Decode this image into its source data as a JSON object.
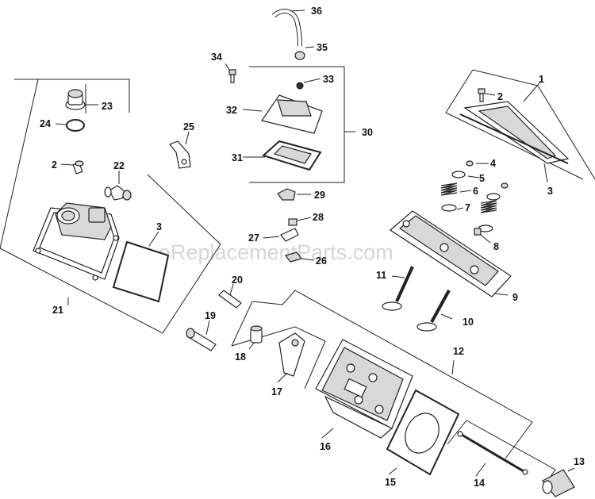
{
  "watermark": "eReplacementParts.com",
  "callouts": [
    {
      "id": "36",
      "text": "36"
    },
    {
      "id": "35",
      "text": "35"
    },
    {
      "id": "34",
      "text": "34"
    },
    {
      "id": "33",
      "text": "33"
    },
    {
      "id": "32",
      "text": "32"
    },
    {
      "id": "31",
      "text": "31"
    },
    {
      "id": "30",
      "text": "30"
    },
    {
      "id": "29",
      "text": "29"
    },
    {
      "id": "28",
      "text": "28"
    },
    {
      "id": "27",
      "text": "27"
    },
    {
      "id": "26",
      "text": "26"
    },
    {
      "id": "25",
      "text": "25"
    },
    {
      "id": "24",
      "text": "24"
    },
    {
      "id": "23",
      "text": "23"
    },
    {
      "id": "22",
      "text": "22"
    },
    {
      "id": "21",
      "text": "21"
    },
    {
      "id": "20",
      "text": "20"
    },
    {
      "id": "19",
      "text": "19"
    },
    {
      "id": "18",
      "text": "18"
    },
    {
      "id": "17",
      "text": "17"
    },
    {
      "id": "16",
      "text": "16"
    },
    {
      "id": "15",
      "text": "15"
    },
    {
      "id": "14",
      "text": "14"
    },
    {
      "id": "13",
      "text": "13"
    },
    {
      "id": "12",
      "text": "12"
    },
    {
      "id": "11",
      "text": "11"
    },
    {
      "id": "10",
      "text": "10"
    },
    {
      "id": "9",
      "text": "9"
    },
    {
      "id": "8",
      "text": "8"
    },
    {
      "id": "7",
      "text": "7"
    },
    {
      "id": "6",
      "text": "6"
    },
    {
      "id": "5",
      "text": "5"
    },
    {
      "id": "4",
      "text": "4"
    },
    {
      "id": "3a",
      "text": "3"
    },
    {
      "id": "3b",
      "text": "3"
    },
    {
      "id": "2a",
      "text": "2"
    },
    {
      "id": "2b",
      "text": "2"
    },
    {
      "id": "1",
      "text": "1"
    }
  ]
}
